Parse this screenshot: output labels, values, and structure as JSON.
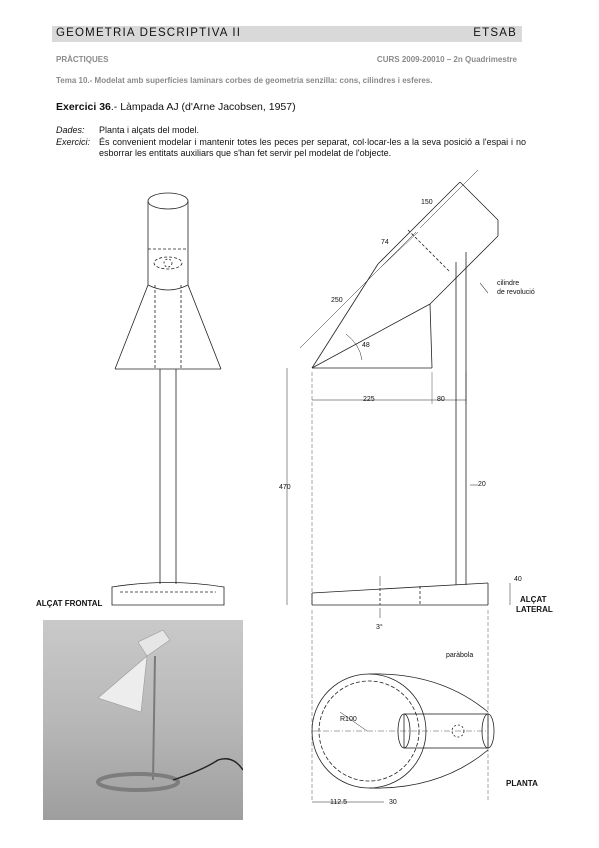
{
  "header": {
    "course": "GEOMETRIA DESCRIPTIVA II",
    "school": "ETSAB"
  },
  "subheader": {
    "left": "PRÀCTIQUES",
    "right": "CURS 2009-20010 – 2n Quadrimestre"
  },
  "tema": "Tema 10.- Modelat amb superfícies laminars corbes de geometria senzilla: cons, cilindres i esferes.",
  "exercise": {
    "number": "Exercici 36",
    "title": ".- Làmpada AJ (d'Arne Jacobsen, 1957)"
  },
  "data_block": {
    "dades_label": "Dades:",
    "dades_text": "Planta i alçats del model.",
    "exercici_label": "Exercici:",
    "exercici_text": "És convenient modelar i mantenir totes les peces per separat, col·locar-les a la seva posició a l'espai i no esborrar les entitats auxiliars que s'han fet servir pel modelat de l'objecte."
  },
  "drawing_labels": {
    "front": "ALÇAT FRONTAL",
    "lateral_1": "ALÇAT",
    "lateral_2": "LATERAL",
    "plan": "PLANTA",
    "cylinder_1": "cilindre",
    "cylinder_2": "de revolució",
    "parabola": "paràbola"
  },
  "dimensions": {
    "d150": "150",
    "d74": "74",
    "d250": "250",
    "d48": "48",
    "d225": "225",
    "d80": "80",
    "d470": "470",
    "d20": "20",
    "d40": "40",
    "d3": "3°",
    "r100": "R100",
    "d112": "112.5",
    "d30": "30"
  },
  "colors": {
    "header_bar": "#d9d9d9",
    "gray_text": "#8a8a8a"
  }
}
